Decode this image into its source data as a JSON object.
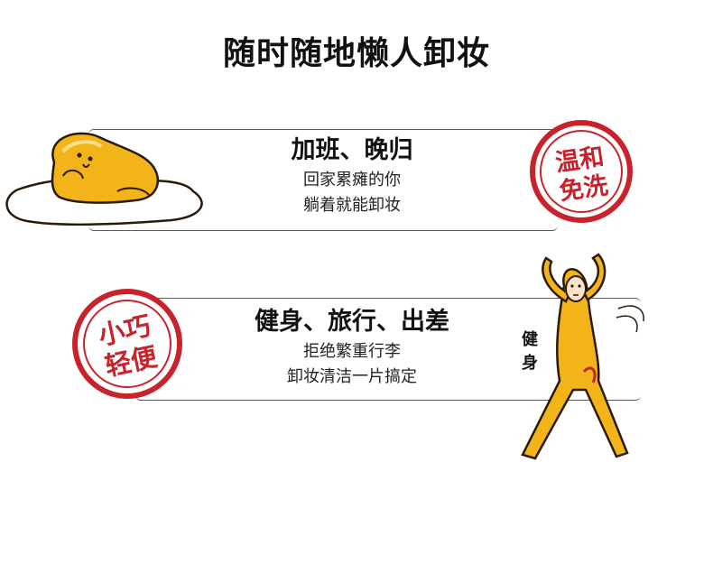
{
  "title": "随时随地懒人卸妆",
  "sections": [
    {
      "headline": "加班、晚归",
      "lines": [
        "回家累瘫的你",
        "躺着就能卸妆"
      ],
      "stamp": {
        "line1": "温和",
        "line2": "免洗"
      }
    },
    {
      "headline": "健身、旅行、出差",
      "lines": [
        "拒绝繁重行李",
        "卸妆清洁一片搞定"
      ],
      "stamp": {
        "line1": "小巧",
        "line2": "轻便"
      }
    }
  ],
  "figure_caption": {
    "char1": "健",
    "char2": "身"
  },
  "colors": {
    "stamp_red": "#c8232c",
    "yolk": "#f2b418",
    "outline": "#2a1a0a",
    "band_line": "#5a5a5a"
  },
  "icons": [
    "egg-yolk-character-illustration",
    "fitness-person-illustration",
    "seal-stamp-icon"
  ]
}
